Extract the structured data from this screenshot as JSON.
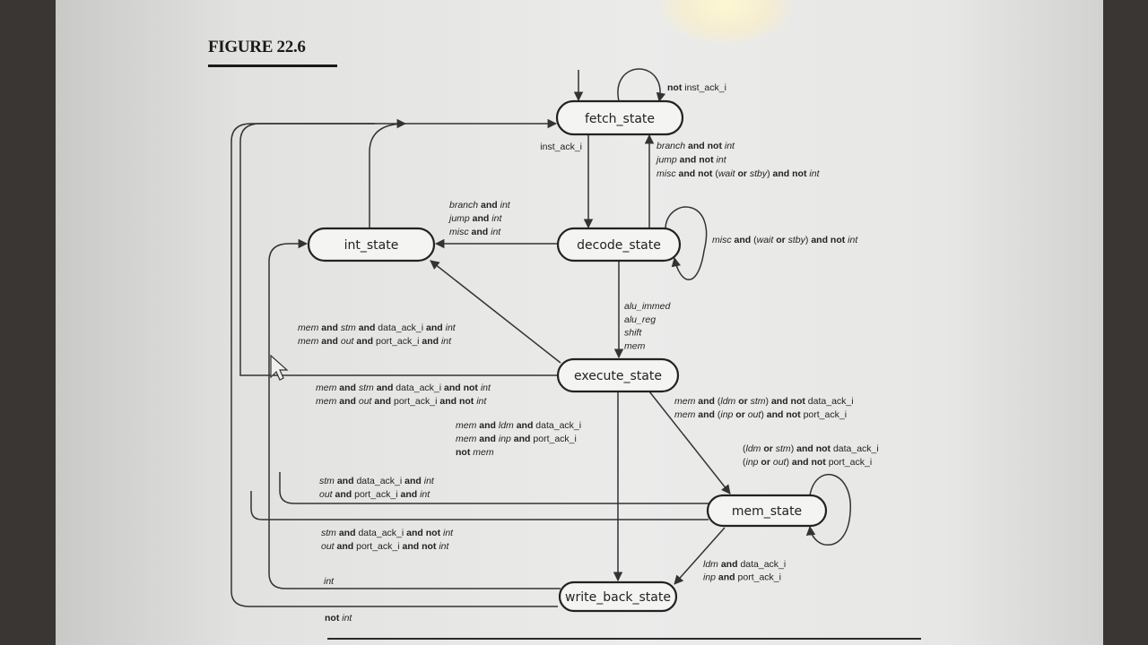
{
  "figure": {
    "label": "FIGURE 22.6"
  },
  "states": {
    "fetch": "fetch_state",
    "decode": "decode_state",
    "int": "int_state",
    "execute": "execute_state",
    "mem": "mem_state",
    "write_back": "write_back_state"
  },
  "transitions": {
    "fetch_self": [
      [
        {
          "t": "not ",
          "s": "kw"
        },
        {
          "t": "inst_ack_i",
          "s": ""
        }
      ]
    ],
    "fetch_to_decode": [
      [
        {
          "t": "inst_ack_i",
          "s": ""
        }
      ]
    ],
    "decode_to_fetch": [
      [
        {
          "t": "branch",
          "s": "it"
        },
        {
          "t": " and not ",
          "s": "kw"
        },
        {
          "t": "int",
          "s": "it"
        }
      ],
      [
        {
          "t": "jump",
          "s": "it"
        },
        {
          "t": " and not ",
          "s": "kw"
        },
        {
          "t": "int",
          "s": "it"
        }
      ],
      [
        {
          "t": "misc",
          "s": "it"
        },
        {
          "t": " and not ",
          "s": "kw"
        },
        {
          "t": "(",
          "s": ""
        },
        {
          "t": "wait",
          "s": "it"
        },
        {
          "t": " or ",
          "s": "kw"
        },
        {
          "t": "stby",
          "s": "it"
        },
        {
          "t": ")",
          "s": ""
        },
        {
          "t": " and not ",
          "s": "kw"
        },
        {
          "t": "int",
          "s": "it"
        }
      ]
    ],
    "decode_to_int": [
      [
        {
          "t": "branch",
          "s": "it"
        },
        {
          "t": " and ",
          "s": "kw"
        },
        {
          "t": "int",
          "s": "it"
        }
      ],
      [
        {
          "t": "jump",
          "s": "it"
        },
        {
          "t": " and ",
          "s": "kw"
        },
        {
          "t": "int",
          "s": "it"
        }
      ],
      [
        {
          "t": "misc",
          "s": "it"
        },
        {
          "t": " and ",
          "s": "kw"
        },
        {
          "t": "int",
          "s": "it"
        }
      ]
    ],
    "decode_self": [
      [
        {
          "t": "misc",
          "s": "it"
        },
        {
          "t": " and ",
          "s": "kw"
        },
        {
          "t": "(",
          "s": ""
        },
        {
          "t": "wait",
          "s": "it"
        },
        {
          "t": " or ",
          "s": "kw"
        },
        {
          "t": "stby",
          "s": "it"
        },
        {
          "t": ")",
          "s": ""
        },
        {
          "t": " and not ",
          "s": "kw"
        },
        {
          "t": "int",
          "s": "it"
        }
      ]
    ],
    "decode_to_execute": [
      [
        {
          "t": "alu_immed",
          "s": "it"
        }
      ],
      [
        {
          "t": "alu_reg",
          "s": "it"
        }
      ],
      [
        {
          "t": "shift",
          "s": "it"
        }
      ],
      [
        {
          "t": "mem",
          "s": "it"
        }
      ]
    ],
    "execute_to_int": [
      [
        {
          "t": "mem",
          "s": "it"
        },
        {
          "t": " and ",
          "s": "kw"
        },
        {
          "t": "stm",
          "s": "it"
        },
        {
          "t": " and ",
          "s": "kw"
        },
        {
          "t": "data_ack_i",
          "s": ""
        },
        {
          "t": " and ",
          "s": "kw"
        },
        {
          "t": "int",
          "s": "it"
        }
      ],
      [
        {
          "t": "mem",
          "s": "it"
        },
        {
          "t": " and ",
          "s": "kw"
        },
        {
          "t": "out",
          "s": "it"
        },
        {
          "t": " and ",
          "s": "kw"
        },
        {
          "t": "port_ack_i",
          "s": ""
        },
        {
          "t": " and ",
          "s": "kw"
        },
        {
          "t": "int",
          "s": "it"
        }
      ]
    ],
    "execute_to_fetch": [
      [
        {
          "t": "mem",
          "s": "it"
        },
        {
          "t": " and ",
          "s": "kw"
        },
        {
          "t": "stm",
          "s": "it"
        },
        {
          "t": " and ",
          "s": "kw"
        },
        {
          "t": "data_ack_i",
          "s": ""
        },
        {
          "t": " and not ",
          "s": "kw"
        },
        {
          "t": "int",
          "s": "it"
        }
      ],
      [
        {
          "t": "mem",
          "s": "it"
        },
        {
          "t": " and ",
          "s": "kw"
        },
        {
          "t": "out",
          "s": "it"
        },
        {
          "t": " and ",
          "s": "kw"
        },
        {
          "t": "port_ack_i",
          "s": ""
        },
        {
          "t": " and not ",
          "s": "kw"
        },
        {
          "t": "int",
          "s": "it"
        }
      ]
    ],
    "execute_to_mem": [
      [
        {
          "t": "mem",
          "s": "it"
        },
        {
          "t": " and ",
          "s": "kw"
        },
        {
          "t": "(",
          "s": ""
        },
        {
          "t": "ldm",
          "s": "it"
        },
        {
          "t": " or ",
          "s": "kw"
        },
        {
          "t": "stm",
          "s": "it"
        },
        {
          "t": ")",
          "s": ""
        },
        {
          "t": " and not ",
          "s": "kw"
        },
        {
          "t": "data_ack_i",
          "s": ""
        }
      ],
      [
        {
          "t": "mem",
          "s": "it"
        },
        {
          "t": " and ",
          "s": "kw"
        },
        {
          "t": "(",
          "s": ""
        },
        {
          "t": "inp",
          "s": "it"
        },
        {
          "t": " or ",
          "s": "kw"
        },
        {
          "t": "out",
          "s": "it"
        },
        {
          "t": ")",
          "s": ""
        },
        {
          "t": " and not ",
          "s": "kw"
        },
        {
          "t": "port_ack_i",
          "s": ""
        }
      ]
    ],
    "execute_to_write_back": [
      [
        {
          "t": "mem",
          "s": "it"
        },
        {
          "t": " and ",
          "s": "kw"
        },
        {
          "t": "ldm",
          "s": "it"
        },
        {
          "t": " and ",
          "s": "kw"
        },
        {
          "t": "data_ack_i",
          "s": ""
        }
      ],
      [
        {
          "t": "mem",
          "s": "it"
        },
        {
          "t": " and ",
          "s": "kw"
        },
        {
          "t": "inp",
          "s": "it"
        },
        {
          "t": " and ",
          "s": "kw"
        },
        {
          "t": "port_ack_i",
          "s": ""
        }
      ],
      [
        {
          "t": "not ",
          "s": "kw"
        },
        {
          "t": "mem",
          "s": "it"
        }
      ]
    ],
    "mem_self": [
      [
        {
          "t": "(",
          "s": ""
        },
        {
          "t": "ldm",
          "s": "it"
        },
        {
          "t": " or ",
          "s": "kw"
        },
        {
          "t": "stm",
          "s": "it"
        },
        {
          "t": ")",
          "s": ""
        },
        {
          "t": " and not ",
          "s": "kw"
        },
        {
          "t": "data_ack_i",
          "s": ""
        }
      ],
      [
        {
          "t": "(",
          "s": ""
        },
        {
          "t": "inp",
          "s": "it"
        },
        {
          "t": " or ",
          "s": "kw"
        },
        {
          "t": "out",
          "s": "it"
        },
        {
          "t": ")",
          "s": ""
        },
        {
          "t": " and not ",
          "s": "kw"
        },
        {
          "t": "port_ack_i",
          "s": ""
        }
      ]
    ],
    "mem_to_int": [
      [
        {
          "t": "stm",
          "s": "it"
        },
        {
          "t": " and ",
          "s": "kw"
        },
        {
          "t": "data_ack_i",
          "s": ""
        },
        {
          "t": " and ",
          "s": "kw"
        },
        {
          "t": "int",
          "s": "it"
        }
      ],
      [
        {
          "t": "out",
          "s": "it"
        },
        {
          "t": " and ",
          "s": "kw"
        },
        {
          "t": "port_ack_i",
          "s": ""
        },
        {
          "t": " and ",
          "s": "kw"
        },
        {
          "t": "int",
          "s": "it"
        }
      ]
    ],
    "mem_to_fetch": [
      [
        {
          "t": "stm",
          "s": "it"
        },
        {
          "t": " and ",
          "s": "kw"
        },
        {
          "t": "data_ack_i",
          "s": ""
        },
        {
          "t": " and not ",
          "s": "kw"
        },
        {
          "t": "int",
          "s": "it"
        }
      ],
      [
        {
          "t": "out",
          "s": "it"
        },
        {
          "t": " and ",
          "s": "kw"
        },
        {
          "t": "port_ack_i",
          "s": ""
        },
        {
          "t": " and not ",
          "s": "kw"
        },
        {
          "t": "int",
          "s": "it"
        }
      ]
    ],
    "mem_to_write_back": [
      [
        {
          "t": "ldm",
          "s": "it"
        },
        {
          "t": " and ",
          "s": "kw"
        },
        {
          "t": "data_ack_i",
          "s": ""
        }
      ],
      [
        {
          "t": "inp",
          "s": "it"
        },
        {
          "t": " and ",
          "s": "kw"
        },
        {
          "t": "port_ack_i",
          "s": ""
        }
      ]
    ],
    "write_back_to_int": [
      [
        {
          "t": "int",
          "s": "it"
        }
      ]
    ],
    "write_back_to_fetch": [
      [
        {
          "t": "not ",
          "s": "kw"
        },
        {
          "t": "int",
          "s": "it"
        }
      ]
    ]
  },
  "colors": {
    "paper": "#ebebea",
    "ink": "#222222",
    "background": "#3a3633"
  }
}
